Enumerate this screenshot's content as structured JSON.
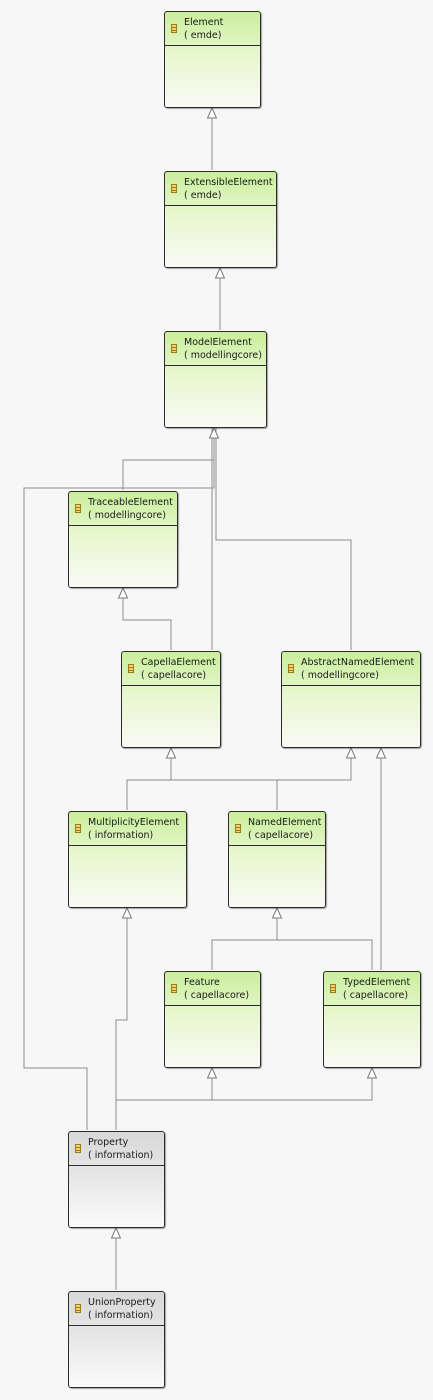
{
  "classes": {
    "element": {
      "name": "Element",
      "package": "( emde)"
    },
    "extensible_element": {
      "name": "ExtensibleElement",
      "package": "( emde)"
    },
    "model_element": {
      "name": "ModelElement",
      "package": "( modellingcore)"
    },
    "traceable_element": {
      "name": "TraceableElement",
      "package": "( modellingcore)"
    },
    "capella_element": {
      "name": "CapellaElement",
      "package": "( capellacore)"
    },
    "abstract_named_element": {
      "name": "AbstractNamedElement",
      "package": "( modellingcore)"
    },
    "multiplicity_element": {
      "name": "MultiplicityElement",
      "package": "( information)"
    },
    "named_element": {
      "name": "NamedElement",
      "package": "( capellacore)"
    },
    "feature": {
      "name": "Feature",
      "package": "( capellacore)"
    },
    "typed_element": {
      "name": "TypedElement",
      "package": "( capellacore)"
    },
    "property": {
      "name": "Property",
      "package": "( information)"
    },
    "union_property": {
      "name": "UnionProperty",
      "package": "( information)"
    }
  },
  "colors": {
    "inherited_class_header": "#c9ee9a",
    "focus_class_header": "#d8d8d8",
    "edge": "#8c8c8c"
  }
}
